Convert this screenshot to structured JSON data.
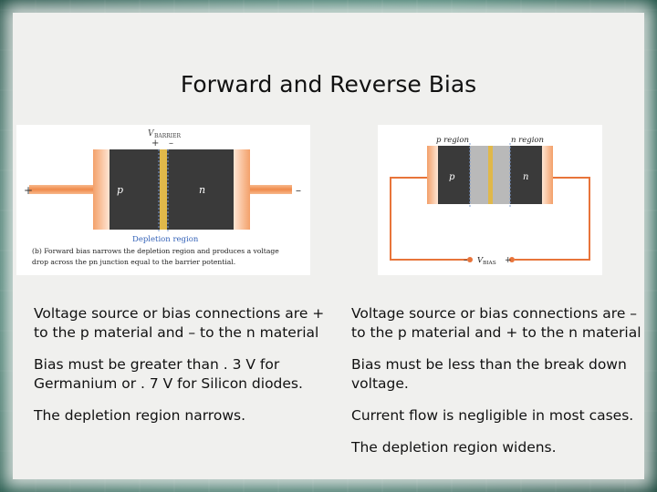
{
  "slide": {
    "title": "Forward and Reverse Bias"
  },
  "forward_figure": {
    "vbarrier_label": "V",
    "vbarrier_sub": "BARRIER",
    "plus": "+",
    "minus": "–",
    "p_label": "p",
    "n_label": "n",
    "left_terminal": "+",
    "right_terminal": "–",
    "depletion_label": "Depletion region",
    "caption_line1": "(b) Forward bias narrows the depletion region and produces a voltage",
    "caption_line2": "drop across the pn junction equal to the barrier potential.",
    "colors": {
      "terminal": "#f08a4b",
      "body": "#3a3a3a",
      "depletion": "#e0b84a"
    }
  },
  "reverse_figure": {
    "p_region_label": "p region",
    "n_region_label": "n region",
    "p_label": "p",
    "n_label": "n",
    "minus": "–",
    "vbias_label": "V",
    "vbias_sub": "BIAS",
    "plus": "+",
    "colors": {
      "wire": "#e8743a",
      "body": "#3a3a3a",
      "depletion": "#b9b9b9"
    }
  },
  "left_column": [
    "Voltage source or bias connections are + to the p material and – to the n material",
    "Bias must be greater than . 3 V for Germanium or . 7 V  for Silicon diodes.",
    "The depletion region narrows."
  ],
  "right_column": [
    "Voltage source or bias connections are – to the p material and + to the n material",
    "Bias must be less than the break down voltage.",
    "Current flow is negligible in most cases.",
    "The depletion region widens."
  ]
}
